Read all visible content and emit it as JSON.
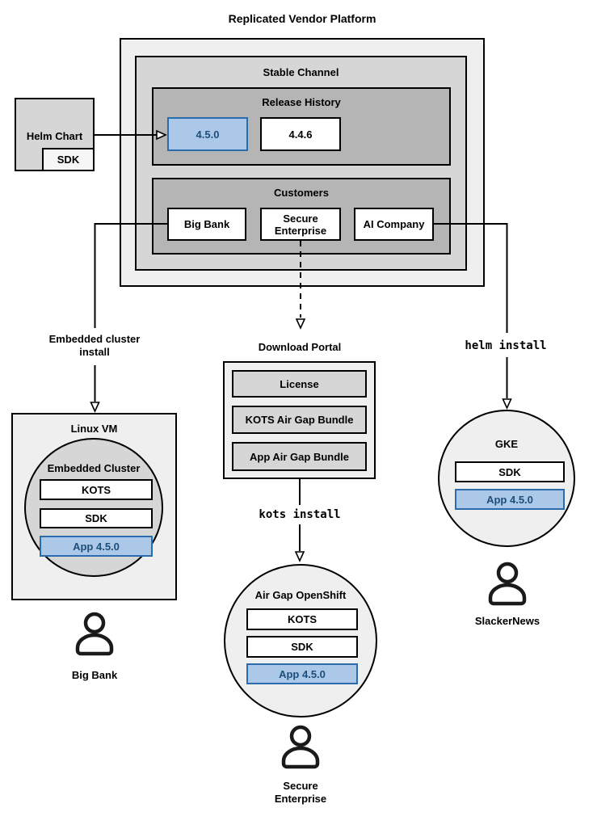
{
  "title": "Replicated Vendor Platform",
  "stable_channel": {
    "label": "Stable Channel",
    "release_history": {
      "label": "Release History",
      "releases": [
        {
          "version": "4.5.0",
          "highlighted": true
        },
        {
          "version": "4.4.6",
          "highlighted": false
        }
      ]
    },
    "customers": {
      "label": "Customers",
      "items": [
        {
          "name": "Big Bank"
        },
        {
          "name": "Secure Enterprise"
        },
        {
          "name": "AI Company"
        }
      ]
    }
  },
  "helm_chart": {
    "label": "Helm Chart",
    "sdk": "SDK"
  },
  "edge_labels": {
    "embedded_cluster_install": "Embedded cluster install",
    "helm_install": "helm install",
    "kots_install": "kots install"
  },
  "download_portal": {
    "title": "Download Portal",
    "items": [
      {
        "label": "License"
      },
      {
        "label": "KOTS Air Gap Bundle"
      },
      {
        "label": "App Air Gap Bundle"
      }
    ]
  },
  "linux_vm": {
    "title": "Linux VM",
    "cluster_label": "Embedded Cluster",
    "stack": [
      {
        "label": "KOTS"
      },
      {
        "label": "SDK"
      },
      {
        "label": "App 4.5.0",
        "highlighted": true
      }
    ],
    "user": "Big Bank",
    "user_icon": "user-icon"
  },
  "openshift": {
    "title": "Air Gap OpenShift",
    "stack": [
      {
        "label": "KOTS"
      },
      {
        "label": "SDK"
      },
      {
        "label": "App 4.5.0",
        "highlighted": true
      }
    ],
    "user": "Secure Enterprise",
    "user_icon": "user-icon"
  },
  "gke": {
    "title": "GKE",
    "stack": [
      {
        "label": "SDK"
      },
      {
        "label": "App 4.5.0",
        "highlighted": true
      }
    ],
    "user": "SlackerNews",
    "user_icon": "user-icon"
  },
  "colors": {
    "highlight_fill": "#abc8e8",
    "highlight_border": "#2b6cad",
    "highlight_text": "#1c4e79",
    "container_light": "#efefef",
    "container_mid": "#d6d6d6",
    "container_dark": "#b5b5b5",
    "stroke": "#000000",
    "background": "#ffffff"
  }
}
